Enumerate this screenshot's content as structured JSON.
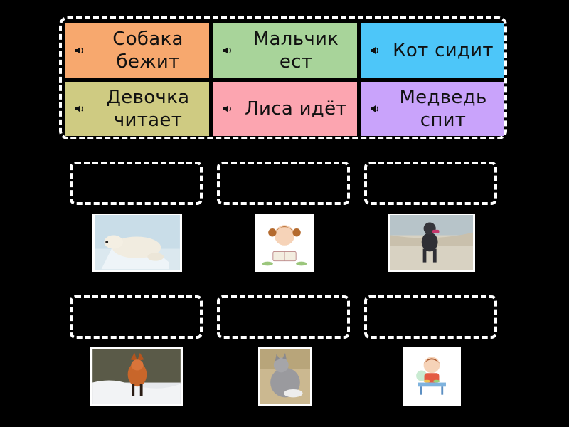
{
  "tiles": [
    {
      "label": "Собака бежит",
      "color": "#f7a86e",
      "icon": "speaker-icon"
    },
    {
      "label": "Мальчик ест",
      "color": "#a8d49a",
      "icon": "speaker-icon"
    },
    {
      "label": "Кот сидит",
      "color": "#4dc6f9",
      "icon": "speaker-icon"
    },
    {
      "label": "Девочка читает",
      "color": "#cfcb82",
      "icon": "speaker-icon"
    },
    {
      "label": "Лиса идёт",
      "color": "#fca5b0",
      "icon": "speaker-icon"
    },
    {
      "label": "Медведь спит",
      "color": "#c9a3fb",
      "icon": "speaker-icon"
    }
  ],
  "images": [
    {
      "subject": "polar-bear-sleeping"
    },
    {
      "subject": "girl-reading"
    },
    {
      "subject": "dog-running"
    },
    {
      "subject": "fox-walking"
    },
    {
      "subject": "cat-sitting"
    },
    {
      "subject": "boy-eating"
    }
  ],
  "colors": {
    "background": "#000000",
    "border": "#ffffff"
  }
}
